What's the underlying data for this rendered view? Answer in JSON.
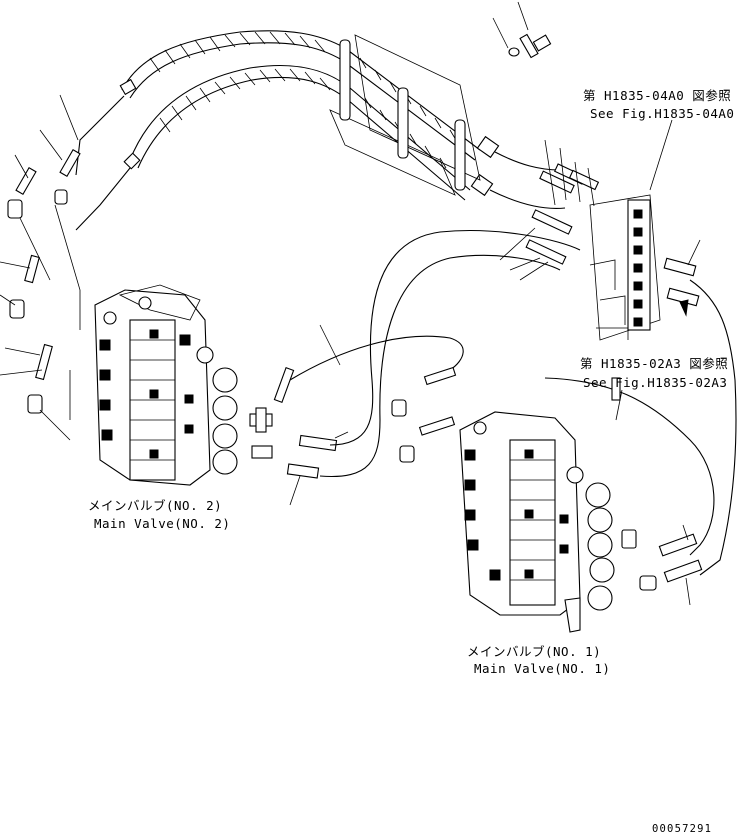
{
  "labels": {
    "ref_04a0_jp": "第 H1835-04A0 図参照",
    "ref_04a0_en": "See Fig.H1835-04A0",
    "ref_02a3_jp": "第 H1835-02A3 図参照",
    "ref_02a3_en": "See Fig.H1835-02A3",
    "valve2_jp": "メインバルブ(NO. 2)",
    "valve2_en": "Main Valve(NO. 2)",
    "valve1_jp": "メインバルブ(NO. 1)",
    "valve1_en": "Main Valve(NO. 1)",
    "doc_number": "00057291"
  }
}
